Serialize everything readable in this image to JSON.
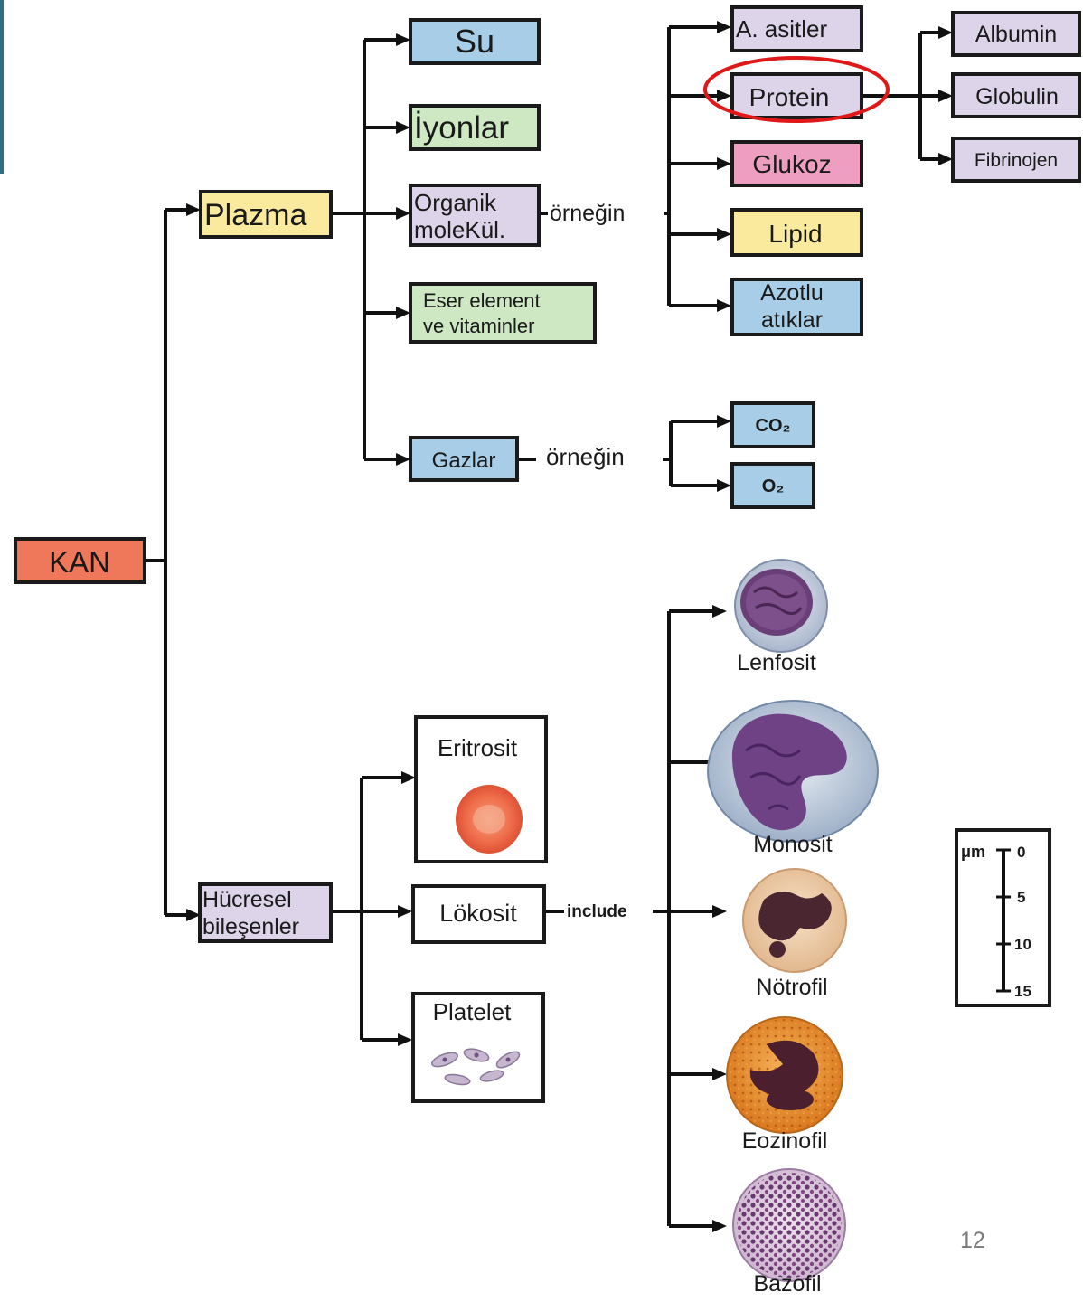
{
  "root": {
    "label": "KAN"
  },
  "plasma": {
    "label": "Plazma",
    "children": [
      "Su",
      "İyonlar",
      "Organik moleKül.",
      "Eser element ve vitaminler",
      "Gazlar"
    ],
    "organik_label_line1": "Organik",
    "organik_label_line2": "moleKül.",
    "eser_line1": "Eser element",
    "eser_line2": "ve vitaminler",
    "example_word": "örneğin",
    "organic_examples": [
      "A. asitler",
      "Protein",
      "Glukoz",
      "Lipid",
      "Azotlu atıklar"
    ],
    "azotlu_line1": "Azotlu",
    "azotlu_line2": "atıklar",
    "protein_types": [
      "Albumin",
      "Globulin",
      "Fibrinojen"
    ],
    "gas_examples": [
      "CO₂",
      "O₂"
    ]
  },
  "cellular": {
    "label_line1": "Hücresel",
    "label_line2": "bileşenler",
    "children": [
      "Eritrosit",
      "Lökosit",
      "Platelet"
    ],
    "include_word": "include",
    "leukocytes": [
      "Lenfosit",
      "Monosit",
      "Nötrofil",
      "Eozinofil",
      "Bazofil"
    ]
  },
  "scale": {
    "unit": "μm",
    "ticks": [
      "0",
      "5",
      "10",
      "15"
    ]
  },
  "highlight": "Protein",
  "slide_number": "12",
  "colors": {
    "kan": "#f0785a",
    "plasma": "#faea9e",
    "su": "#a8cde6",
    "iyonlar": "#cde8c2",
    "organik": "#ddd4ea",
    "eser": "#cde8c2",
    "gazlar": "#a8cde6",
    "asitler": "#ddd4ea",
    "protein": "#ddd4ea",
    "glukoz": "#ee9ec0",
    "lipid": "#faea9e",
    "azotlu": "#a8cde6",
    "albumin": "#ddd4ea",
    "globulin": "#ddd4ea",
    "fibrinojen": "#ddd4ea",
    "co2": "#a8cde6",
    "o2": "#a8cde6",
    "cellular": "#ddd4ea",
    "highlight_ring": "#e01818"
  }
}
